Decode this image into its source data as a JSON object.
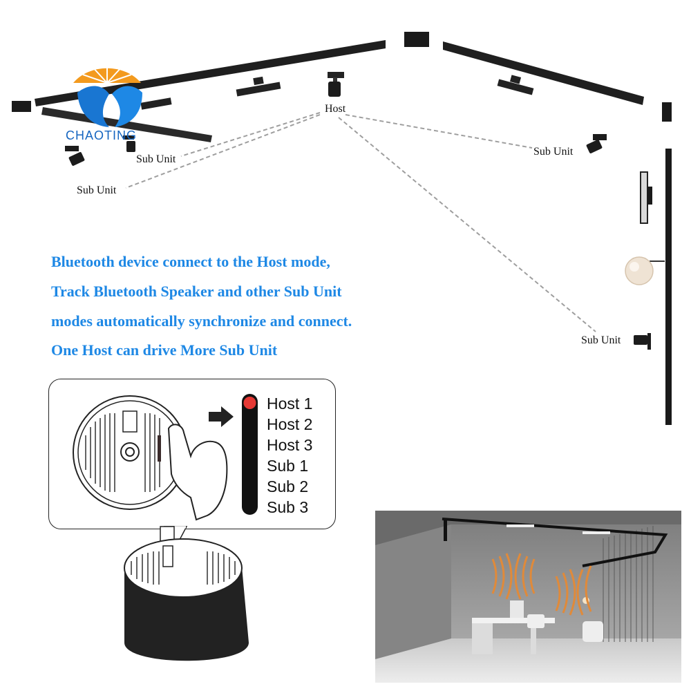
{
  "brand": {
    "name": "CHAOTING",
    "colors": {
      "sun": "#f39a1e",
      "wave": "#1976d2"
    }
  },
  "diagram": {
    "host_label": "Host",
    "sub_unit_labels": [
      "Sub Unit",
      "Sub Unit",
      "Sub Unit",
      "Sub Unit"
    ],
    "line_color": "#9e9e9e"
  },
  "description": {
    "lines": [
      "Bluetooth device connect to the Host mode,",
      "Track Bluetooth Speaker and other Sub Unit",
      "modes automatically synchronize and connect.",
      "One Host can drive More Sub Unit"
    ],
    "color": "#1e88e5"
  },
  "mode_switch": {
    "modes": [
      "Host 1",
      "Host 2",
      "Host 3",
      "Sub 1",
      "Sub 2",
      "Sub 3"
    ],
    "selected_index": 0,
    "indicator_color": "#e53935"
  }
}
